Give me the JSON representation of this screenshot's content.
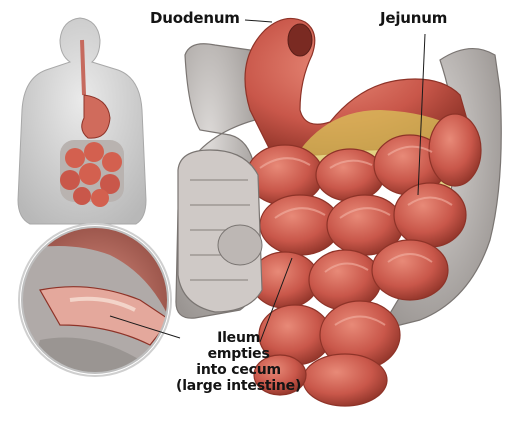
{
  "labels": {
    "duodenum": "Duodenum",
    "jejunum": "Jejunum",
    "ileum_lines": [
      "Ileum",
      "empties",
      "into cecum",
      "(large intestine)"
    ]
  },
  "colors": {
    "intestine": "#c9574a",
    "intestine_dark": "#8e3328",
    "colon": "#b5b0ae",
    "mesentery_fat": "#d9c45a",
    "body_silhouette": "#d6d6d6",
    "background": "#ffffff"
  }
}
